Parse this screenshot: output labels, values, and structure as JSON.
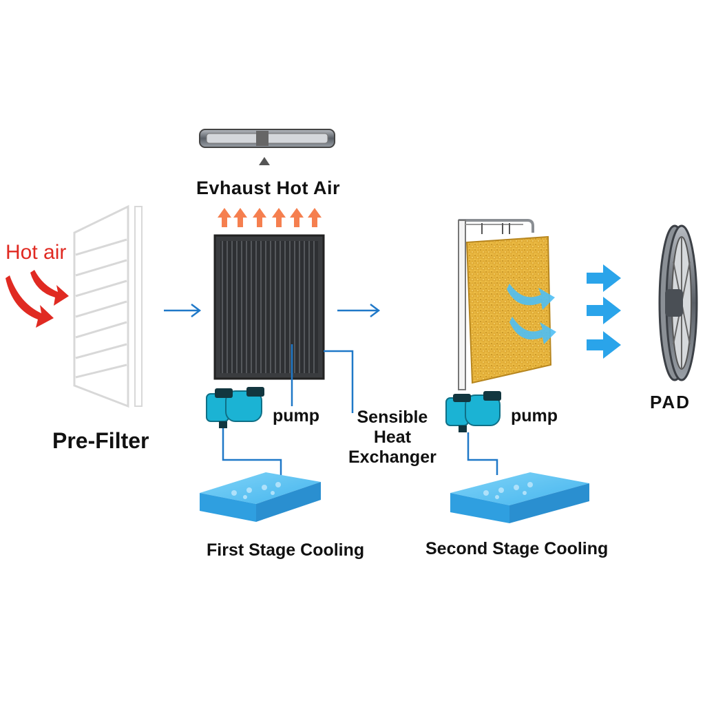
{
  "labels": {
    "hot_air": "Hot air",
    "exhaust": "Evhaust Hot Air",
    "pre_filter": "Pre-Filter",
    "pump_left": "pump",
    "pump_right": "pump",
    "she_line1": "Sensible",
    "she_line2": "Heat",
    "she_line3": "Exchanger",
    "first_stage": "First Stage Cooling",
    "second_stage": "Second Stage Cooling",
    "pad": "PAD"
  },
  "colors": {
    "hot_air": "#e02a22",
    "exhaust_arrows": "#f57f4f",
    "flow_arrows": "#1f78c8",
    "air_arrows": "#2aa4ea",
    "pump": "#1bb3d4",
    "tank": "#3bb4ee",
    "pad_media": "#e8b43a"
  }
}
